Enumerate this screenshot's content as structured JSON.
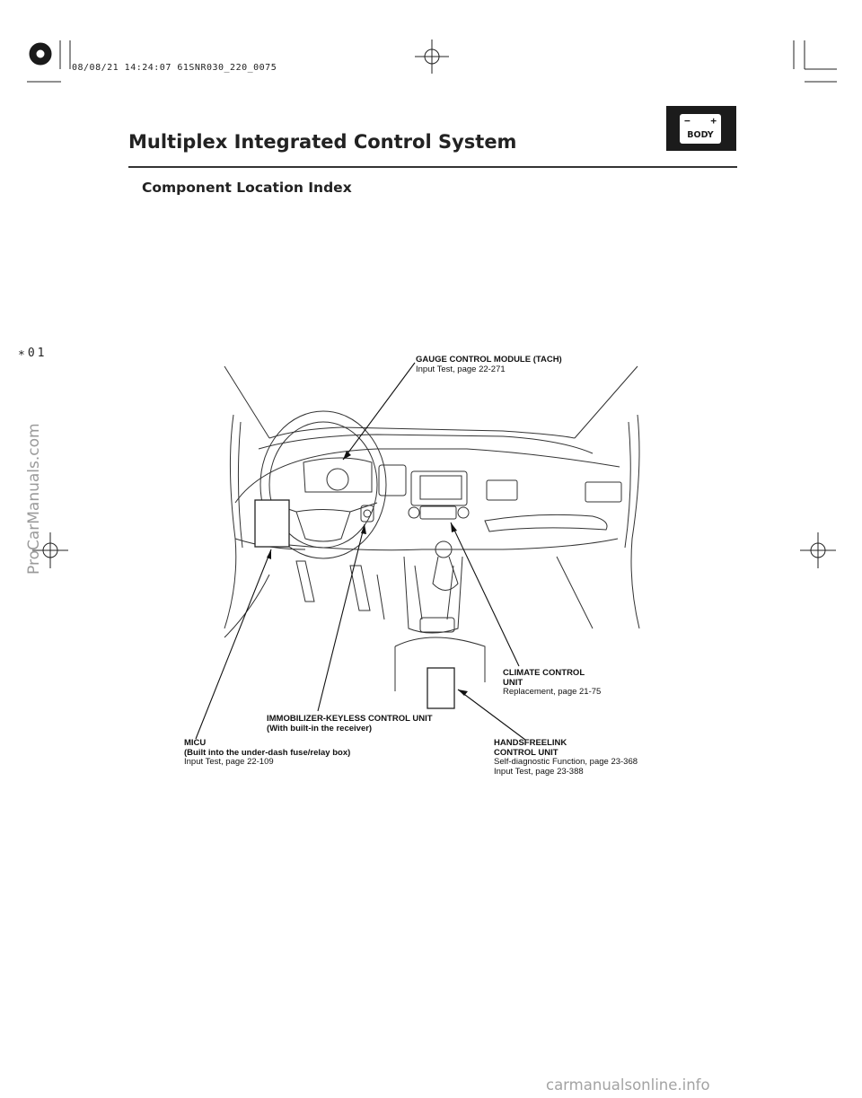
{
  "header": {
    "print_stamp": "08/08/21 14:24:07 61SNR030_220_0075",
    "title": "Multiplex Integrated Control System",
    "subtitle": "Component Location Index",
    "badge": {
      "minus": "−",
      "plus": "+",
      "label": "BODY"
    },
    "side_mark": "∗01"
  },
  "callouts": {
    "gauge": {
      "name": "GAUGE CONTROL MODULE (TACH)",
      "refs": [
        "Input Test, page 22-271"
      ]
    },
    "climate": {
      "name_lines": [
        "CLIMATE CONTROL",
        "UNIT"
      ],
      "refs": [
        "Replacement, page 21-75"
      ]
    },
    "immobilizer": {
      "name_lines": [
        "IMMOBILIZER-KEYLESS CONTROL UNIT",
        "(With built-in the receiver)"
      ]
    },
    "micu": {
      "name_lines": [
        "MICU",
        "(Built into the under-dash fuse/relay box)"
      ],
      "refs": [
        "Input Test, page 22-109"
      ]
    },
    "handsfree": {
      "name_lines": [
        "HANDSFREELINK",
        "CONTROL UNIT"
      ],
      "refs": [
        "Self-diagnostic Function, page 23-368",
        "Input Test, page 23-388"
      ]
    }
  },
  "watermarks": {
    "left": "ProCarManuals.com",
    "bottom": "carmanualsonline.info"
  }
}
